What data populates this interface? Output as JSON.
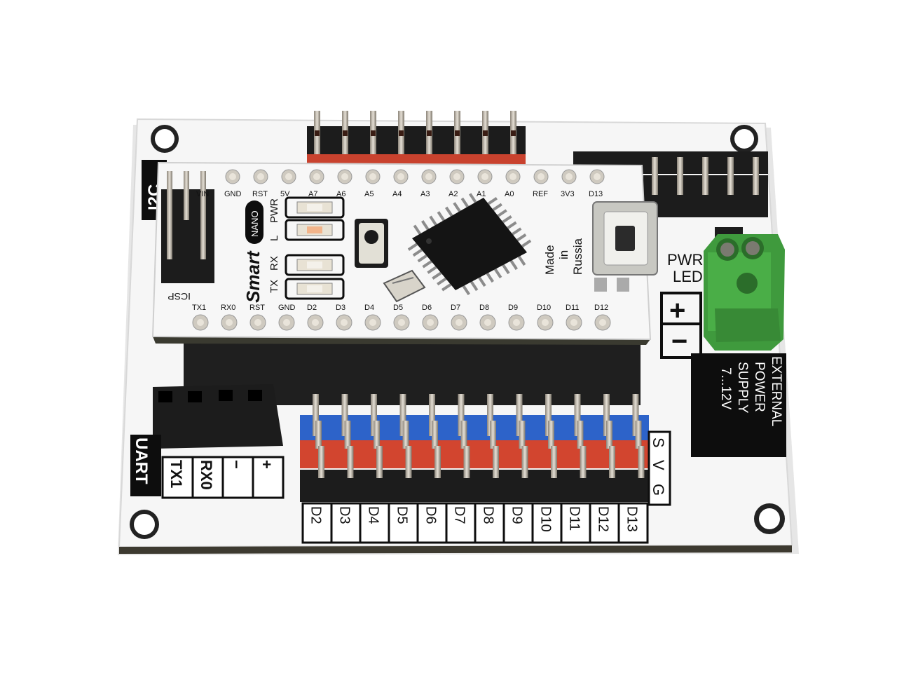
{
  "nano": {
    "brand": "Smart",
    "model": "NANO",
    "made_in": [
      "Made",
      "in",
      "Russia"
    ],
    "led_labels": [
      "PWR",
      "L",
      "RX",
      "TX"
    ],
    "top_pins": [
      "VIN",
      "GND",
      "RST",
      "5V",
      "A7",
      "A6",
      "A5",
      "A4",
      "A3",
      "A2",
      "A1",
      "A0",
      "REF",
      "3V3",
      "D13"
    ],
    "bottom_pins": [
      "TX1",
      "RX0",
      "RST",
      "GND",
      "D2",
      "D3",
      "D4",
      "D5",
      "D6",
      "D7",
      "D8",
      "D9",
      "D10",
      "D11",
      "D12"
    ]
  },
  "shield": {
    "i2c_label": "I2C",
    "icsp_label": "ICSP",
    "uart_label": "UART",
    "uart_pins": [
      "TX1",
      "RX0",
      "−",
      "+"
    ],
    "digital_pins": [
      "D2",
      "D3",
      "D4",
      "D5",
      "D6",
      "D7",
      "D8",
      "D9",
      "D10",
      "D11",
      "D12",
      "D13"
    ],
    "svg_labels": [
      "S",
      "V",
      "G"
    ],
    "pwr_led_label": [
      "PWR",
      "LED"
    ],
    "plus_sign": "+",
    "minus_sign": "−",
    "power_label": [
      "EXTERNAL",
      "POWER",
      "SUPPLY",
      "7...12V"
    ]
  },
  "colors": {
    "board": "#f7f7f7",
    "silkscreen": "#0d0d0d",
    "header_black": "#1c1c1c",
    "wire_red": "#d2452f",
    "wire_blue": "#2d63c9",
    "terminal_green": "#3f9a3d",
    "pin_metal": "#c9c3b8",
    "led_body": "#e8e2d4"
  },
  "icons": [
    "mounting-hole-icon",
    "usb-port-icon",
    "reset-button-icon",
    "chip-icon"
  ]
}
